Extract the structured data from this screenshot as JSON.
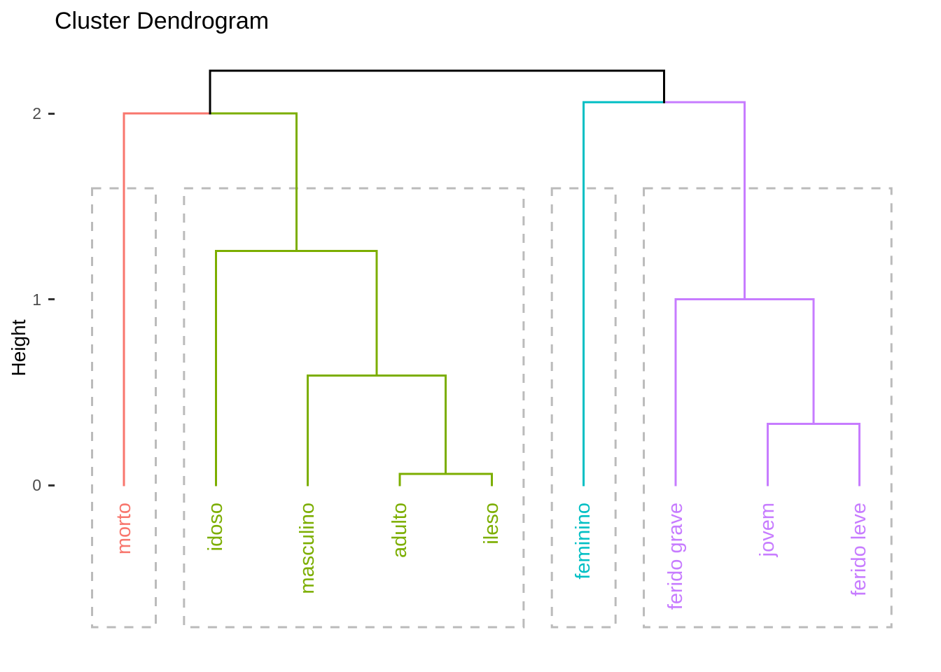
{
  "title": "Cluster Dendrogram",
  "axis": {
    "ylabel": "Height",
    "yticks": [
      "0",
      "1",
      "2"
    ]
  },
  "palette": {
    "cluster1": "#F8766D",
    "cluster2": "#7CAE00",
    "cluster3": "#00BFC4",
    "cluster4": "#C77CFF",
    "above_cut_branch": "#000000",
    "cluster_box": "#BBBBBB",
    "tick_label": "#4D4D4D",
    "tick_mark": "#333333",
    "background": "#FFFFFF"
  },
  "chart_data": {
    "type": "dendrogram",
    "title": "Cluster Dendrogram",
    "xlabel": "",
    "ylabel": "Height",
    "yticks": [
      0,
      1,
      2
    ],
    "ylim": [
      0,
      2.3
    ],
    "grid": false,
    "legend": false,
    "leaf_order": [
      "morto",
      "idoso",
      "masculino",
      "adulto",
      "ileso",
      "feminino",
      "ferido grave",
      "jovem",
      "ferido leve"
    ],
    "leaves": [
      {
        "label": "morto",
        "cluster": 1
      },
      {
        "label": "idoso",
        "cluster": 2
      },
      {
        "label": "masculino",
        "cluster": 2
      },
      {
        "label": "adulto",
        "cluster": 2
      },
      {
        "label": "ileso",
        "cluster": 2
      },
      {
        "label": "feminino",
        "cluster": 3
      },
      {
        "label": "ferido grave",
        "cluster": 4
      },
      {
        "label": "jovem",
        "cluster": 4
      },
      {
        "label": "ferido leve",
        "cluster": 4
      }
    ],
    "clusters": [
      {
        "id": 1,
        "color": "#F8766D",
        "leaves": [
          "morto"
        ]
      },
      {
        "id": 2,
        "color": "#7CAE00",
        "leaves": [
          "idoso",
          "masculino",
          "adulto",
          "ileso"
        ]
      },
      {
        "id": 3,
        "color": "#00BFC4",
        "leaves": [
          "feminino"
        ]
      },
      {
        "id": 4,
        "color": "#C77CFF",
        "leaves": [
          "ferido grave",
          "jovem",
          "ferido leve"
        ]
      }
    ],
    "merges": [
      {
        "id": "m1",
        "a": "adulto",
        "b": "ileso",
        "height": 0.06,
        "color": "#7CAE00"
      },
      {
        "id": "m2",
        "a": "masculino",
        "b": "m1",
        "height": 0.59,
        "color": "#7CAE00"
      },
      {
        "id": "m3",
        "a": "idoso",
        "b": "m2",
        "height": 1.26,
        "color": "#7CAE00"
      },
      {
        "id": "m4",
        "a": "morto",
        "b": "m3",
        "height": 2.0,
        "split": [
          "#F8766D",
          "#7CAE00"
        ]
      },
      {
        "id": "m5",
        "a": "jovem",
        "b": "ferido leve",
        "height": 0.33,
        "color": "#C77CFF"
      },
      {
        "id": "m6",
        "a": "ferido grave",
        "b": "m5",
        "height": 1.0,
        "color": "#C77CFF"
      },
      {
        "id": "m7",
        "a": "feminino",
        "b": "m6",
        "height": 2.06,
        "split": [
          "#00BFC4",
          "#C77CFF"
        ]
      },
      {
        "id": "root",
        "a": "m4",
        "b": "m7",
        "height": 2.23,
        "color": "#000000",
        "stems": "#000000"
      }
    ],
    "cluster_boxes": {
      "shown": true,
      "line_style": "dashed",
      "color": "#BBBBBB"
    }
  }
}
